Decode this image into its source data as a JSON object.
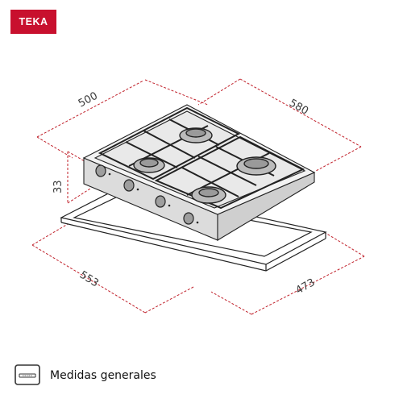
{
  "brand": {
    "logo_text": "TEKA",
    "color": "#c8102e"
  },
  "dimensions": {
    "width_top": "500",
    "depth_top": "580",
    "height": "33",
    "cutout_width": "553",
    "cutout_depth": "473",
    "line_color": "#c0202a"
  },
  "footer": {
    "label": "Medidas generales",
    "icon": "hob-dimensions-icon"
  }
}
